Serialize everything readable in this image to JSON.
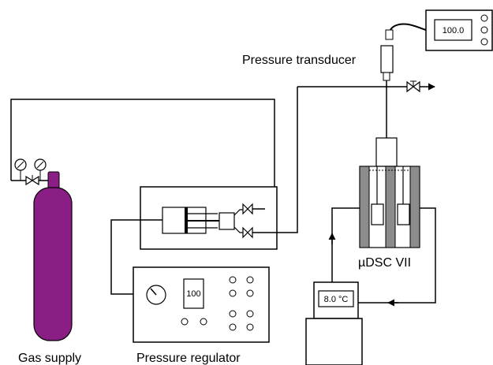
{
  "labels": {
    "pressure_transducer": "Pressure transducer",
    "gas_supply": "Gas supply",
    "pressure_regulator": "Pressure regulator",
    "calorimeter": "µDSC VII"
  },
  "displays": {
    "transducer_readout": "100.0",
    "regulator_readout": "100",
    "bath_readout": "8.0 °C"
  },
  "colors": {
    "cylinder": "#8B1E84",
    "cylinder_valve": "#8B1E84",
    "calorimeter_block": "#8c8c8c",
    "line": "#000000"
  },
  "icons": [
    "pressure-gauge-icon",
    "valve-icon",
    "arrow-icon"
  ]
}
